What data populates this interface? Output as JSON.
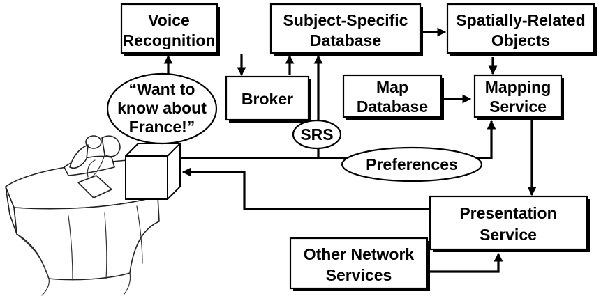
{
  "nodes": {
    "voice_recognition": [
      "Voice",
      "Recognition"
    ],
    "subject_db": [
      "Subject-Specific",
      "Database"
    ],
    "spatial_objects": [
      "Spatially-Related",
      "Objects"
    ],
    "broker": [
      "Broker"
    ],
    "map_db": [
      "Map",
      "Database"
    ],
    "mapping_service": [
      "Mapping",
      "Service"
    ],
    "presentation_service": [
      "Presentation",
      "Service"
    ],
    "other_services": [
      "Other Network",
      "Services"
    ]
  },
  "bubbles": {
    "speech": [
      "“Want to",
      "know about",
      "France!”"
    ],
    "srs": [
      "SRS"
    ],
    "preferences": [
      "Preferences"
    ]
  }
}
